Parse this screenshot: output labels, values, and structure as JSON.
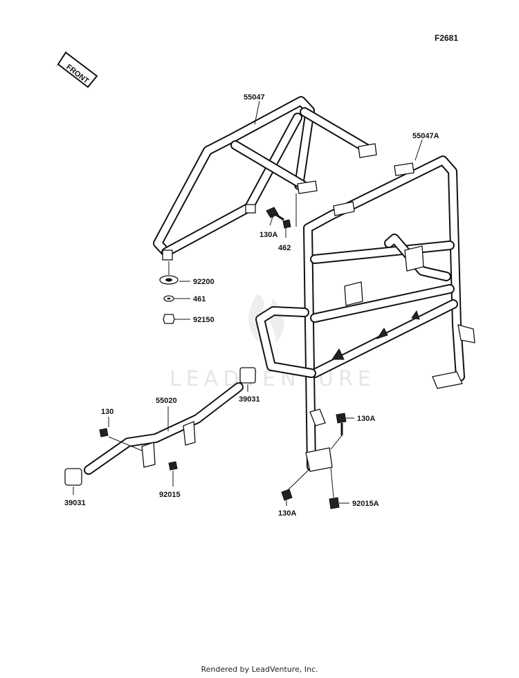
{
  "figure_id": "F2681",
  "front_label": "FRONT",
  "watermark": "LEADVENTURE",
  "footer": "Rendered by LeadVenture, Inc.",
  "callouts": {
    "c55047": "55047",
    "c55047A": "55047A",
    "c130A_top": "130A",
    "c462": "462",
    "c92200": "92200",
    "c461": "461",
    "c92150": "92150",
    "c39031_right": "39031",
    "c55020": "55020",
    "c130": "130",
    "c92015": "92015",
    "c39031_left": "39031",
    "c130A_mid": "130A",
    "c130A_bottom": "130A",
    "c92015A": "92015A"
  }
}
